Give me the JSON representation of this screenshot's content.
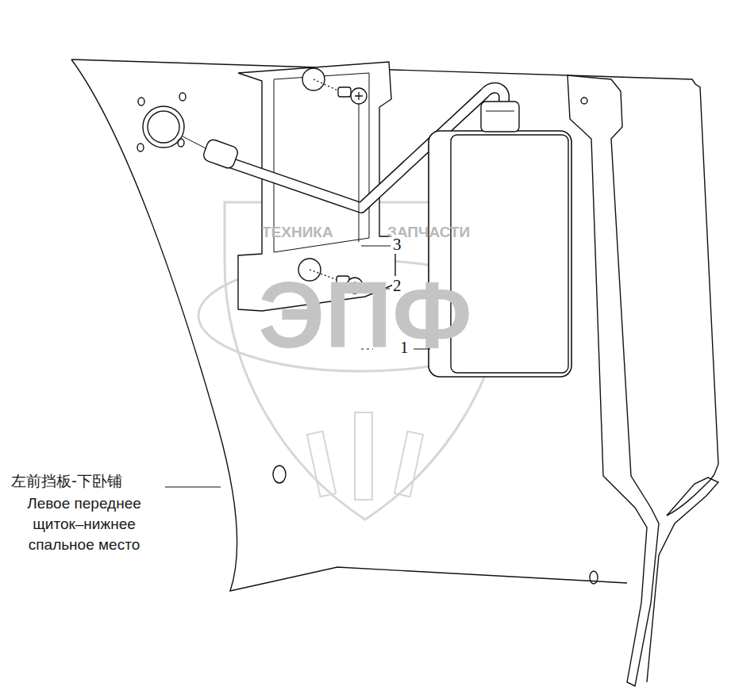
{
  "diagram": {
    "labels": [
      "ТЕХНИКА",
      "ЗАПЧАСТИ",
      "ЭПФ",
      "3",
      "2",
      "1",
      "左前挡板-下卧铺",
      "Левое переднее щиток–нижнее спальное место"
    ]
  }
}
